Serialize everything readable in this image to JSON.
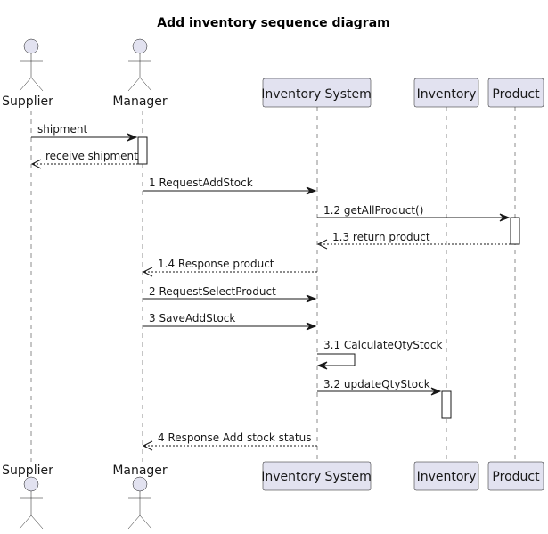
{
  "title": "Add inventory sequence diagram",
  "participants": {
    "supplier": "Supplier",
    "manager": "Manager",
    "inventory_system": "Inventory System",
    "inventory": "Inventory",
    "product": "Product"
  },
  "messages": [
    {
      "label": "shipment",
      "from": "Supplier",
      "to": "Manager",
      "style": "solid"
    },
    {
      "label": "receive shipment",
      "from": "Manager",
      "to": "Supplier",
      "style": "dashed"
    },
    {
      "label": "1 RequestAddStock",
      "from": "Manager",
      "to": "Inventory System",
      "style": "solid"
    },
    {
      "label": "1.2 getAllProduct()",
      "from": "Inventory System",
      "to": "Product",
      "style": "solid"
    },
    {
      "label": "1.3 return product",
      "from": "Product",
      "to": "Inventory System",
      "style": "dashed"
    },
    {
      "label": "1.4 Response product",
      "from": "Inventory System",
      "to": "Manager",
      "style": "dashed"
    },
    {
      "label": "2 RequestSelectProduct",
      "from": "Manager",
      "to": "Inventory System",
      "style": "solid"
    },
    {
      "label": "3 SaveAddStock",
      "from": "Manager",
      "to": "Inventory System",
      "style": "solid"
    },
    {
      "label": "3.1 CalculateQtyStock",
      "from": "Inventory System",
      "to": "Inventory System",
      "style": "solid"
    },
    {
      "label": "3.2 updateQtyStock",
      "from": "Inventory System",
      "to": "Inventory",
      "style": "solid"
    },
    {
      "label": "4 Response Add stock status",
      "from": "Inventory System",
      "to": "Manager",
      "style": "dashed"
    }
  ]
}
